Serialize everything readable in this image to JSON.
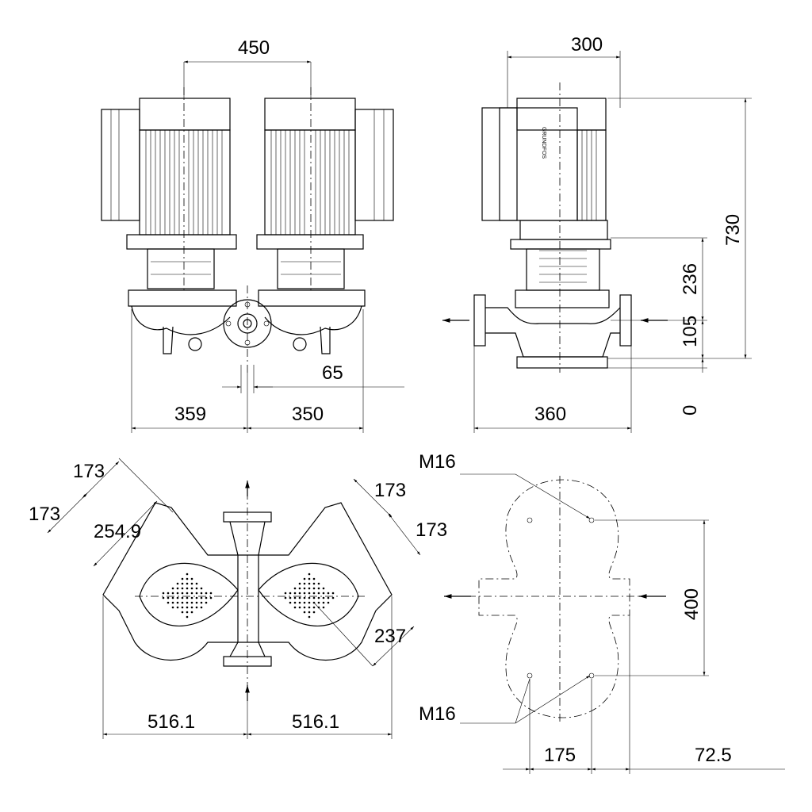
{
  "dimensions": {
    "top_width": "450",
    "side_width": "300",
    "height_total": "730",
    "height_236": "236",
    "height_105": "105",
    "height_0": "0",
    "offset_65": "65",
    "left_359": "359",
    "right_350": "350",
    "side_360": "360",
    "plan_173_a": "173",
    "plan_173_b": "173",
    "plan_254": "254.9",
    "plan_173_c": "173",
    "plan_173_d": "173",
    "plan_237": "237",
    "plan_516_left": "516.1",
    "plan_516_right": "516.1",
    "base_400": "400",
    "bolt_top": "M16",
    "bolt_bottom": "M16",
    "base_175": "175",
    "base_72": "72.5"
  },
  "brand_text": "GRUNDFOS"
}
